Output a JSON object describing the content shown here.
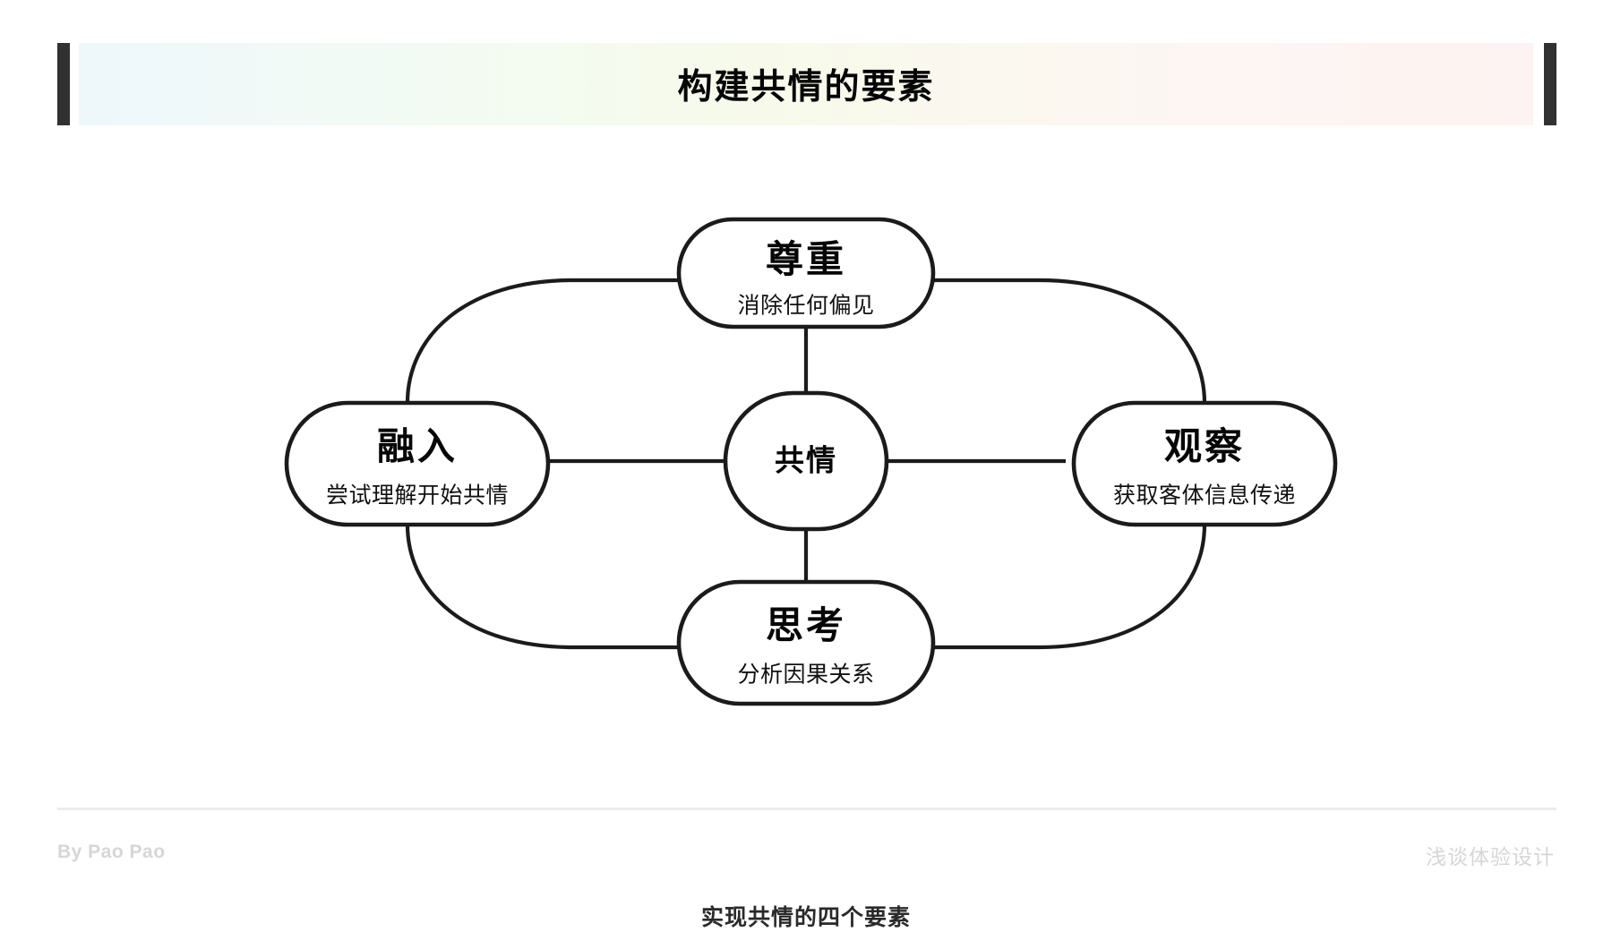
{
  "header": {
    "title": "构建共情的要素",
    "accent_bar_color": "#313131",
    "gradient_start": "#eef8fb",
    "gradient_mid": "#f7faea",
    "gradient_end": "#fdf3f2"
  },
  "diagram": {
    "type": "hub-and-spoke",
    "stroke_color": "#1b1b1b",
    "fill_color": "#ffffff",
    "caption": "实现共情的四个要素",
    "hub": {
      "title": "共情",
      "subtitle": ""
    },
    "nodes": [
      {
        "position": "top",
        "title": "尊重",
        "subtitle": "消除任何偏见"
      },
      {
        "position": "left",
        "title": "融入",
        "subtitle": "尝试理解开始共情"
      },
      {
        "position": "right",
        "title": "观察",
        "subtitle": "获取客体信息传递"
      },
      {
        "position": "bottom",
        "title": "思考",
        "subtitle": "分析因果关系"
      }
    ],
    "connections": [
      "hub-top",
      "hub-left",
      "hub-right",
      "hub-bottom",
      "top-left-curve",
      "top-right-curve",
      "bottom-left-curve",
      "bottom-right-curve"
    ]
  },
  "footer": {
    "author": "By Pao Pao",
    "series": "浅谈体验设计",
    "text_color": "#d6d6d6",
    "divider_color": "#ececec"
  }
}
